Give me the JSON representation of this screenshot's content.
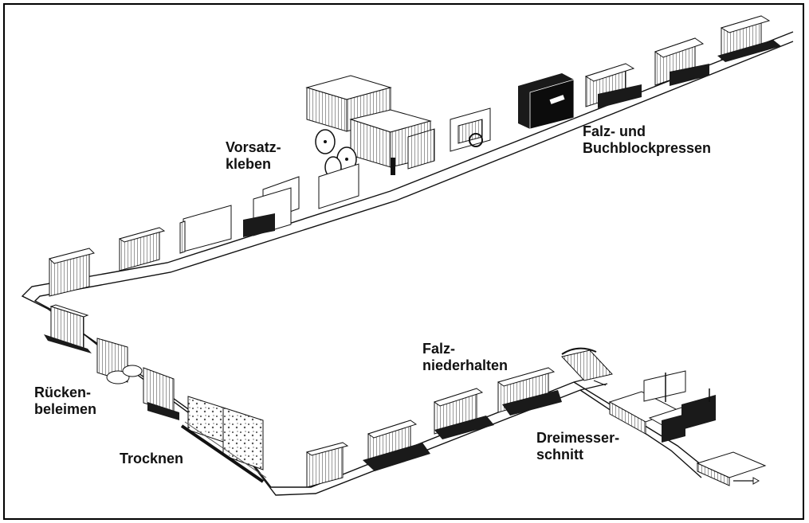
{
  "labels": {
    "vorsatz": [
      "Vorsatz-",
      "kleben"
    ],
    "falz_buchblock": [
      "Falz- und",
      "Buchblockpressen"
    ],
    "falzniederhalten": [
      "Falz-",
      "niederhalten"
    ],
    "ruecken": [
      "Rücken-",
      "beleimen"
    ],
    "trocknen": "Trocknen",
    "dreimesser": [
      "Dreimesser-",
      "schnitt"
    ]
  },
  "colors": {
    "ink": "#111111",
    "paper": "#ffffff",
    "shade": "#d8d8d8",
    "dark": "#1a1a1a"
  }
}
